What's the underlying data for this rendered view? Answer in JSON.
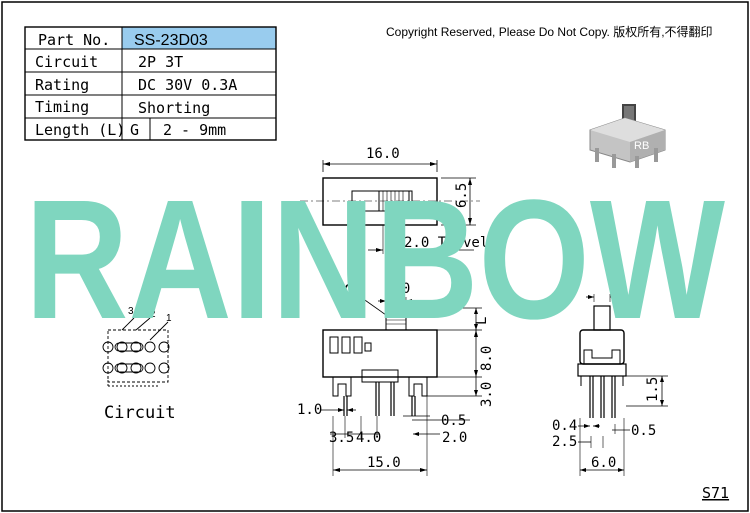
{
  "spec_table": {
    "rows": [
      {
        "label": "Part No.",
        "value": "SS-23D03"
      },
      {
        "label": "Circuit",
        "value": "2P 3T"
      },
      {
        "label": "Rating",
        "value": "DC 30V 0.3A"
      },
      {
        "label": "Timing",
        "value": "Shorting"
      },
      {
        "label": "Length (L)",
        "value_prefix": "G",
        "value": "2 - 9mm"
      }
    ],
    "highlight_color": "#99ccee"
  },
  "copyright": "Copyright Reserved, Please Do Not Copy. 版权所有,不得翻印",
  "watermark": {
    "text": "RAINBOW",
    "color": "#7fd6bf"
  },
  "top_view": {
    "width_dim": "16.0",
    "height_dim": "6.5",
    "travel": "2.0 Travel"
  },
  "front_view": {
    "g_label": "G",
    "actuator_dim": "3.0",
    "length_label": "L",
    "height_dim": "8.0",
    "pin_height_dim": "3.0",
    "pin_width_dim": "1.0",
    "dim_a": "3.5",
    "dim_b": "4.0",
    "dim_c": "0.5",
    "dim_d": "2.0",
    "total_dim": "15.0"
  },
  "side_view": {
    "top_dim": "2.5",
    "pin_len_dim": "1.5",
    "pin_thick_dim": "0.4",
    "pitch_dim": "2.5",
    "pin_w_dim": "0.5",
    "width_dim": "6.0"
  },
  "circuit_schematic": {
    "label": "Circuit",
    "pins": [
      "3",
      "2",
      "1"
    ]
  },
  "product_photo": {
    "mark": "RB"
  },
  "drawing_code": "S71"
}
